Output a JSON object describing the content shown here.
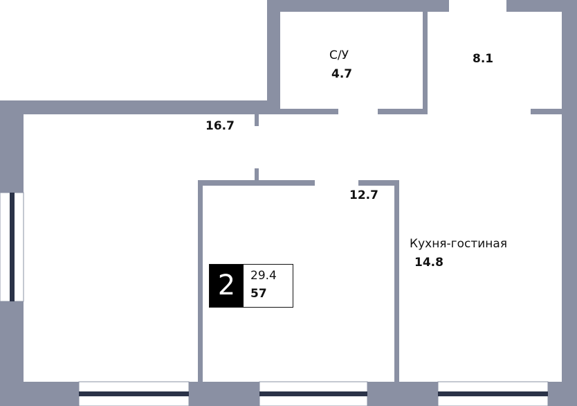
{
  "colors": {
    "wall": "#8a90a3",
    "window_bar": "#2b3348",
    "background": "#ffffff"
  },
  "rooms": {
    "bathroom": {
      "name": "С/У",
      "area": "4.7"
    },
    "hall": {
      "area": "8.1"
    },
    "corridor": {
      "area": "16.7"
    },
    "bedroom": {
      "area": "12.7"
    },
    "kitchen_living": {
      "name": "Кухня-гостиная",
      "area": "14.8"
    }
  },
  "badge": {
    "rooms": "2",
    "living_area": "29.4",
    "total_area": "57"
  }
}
